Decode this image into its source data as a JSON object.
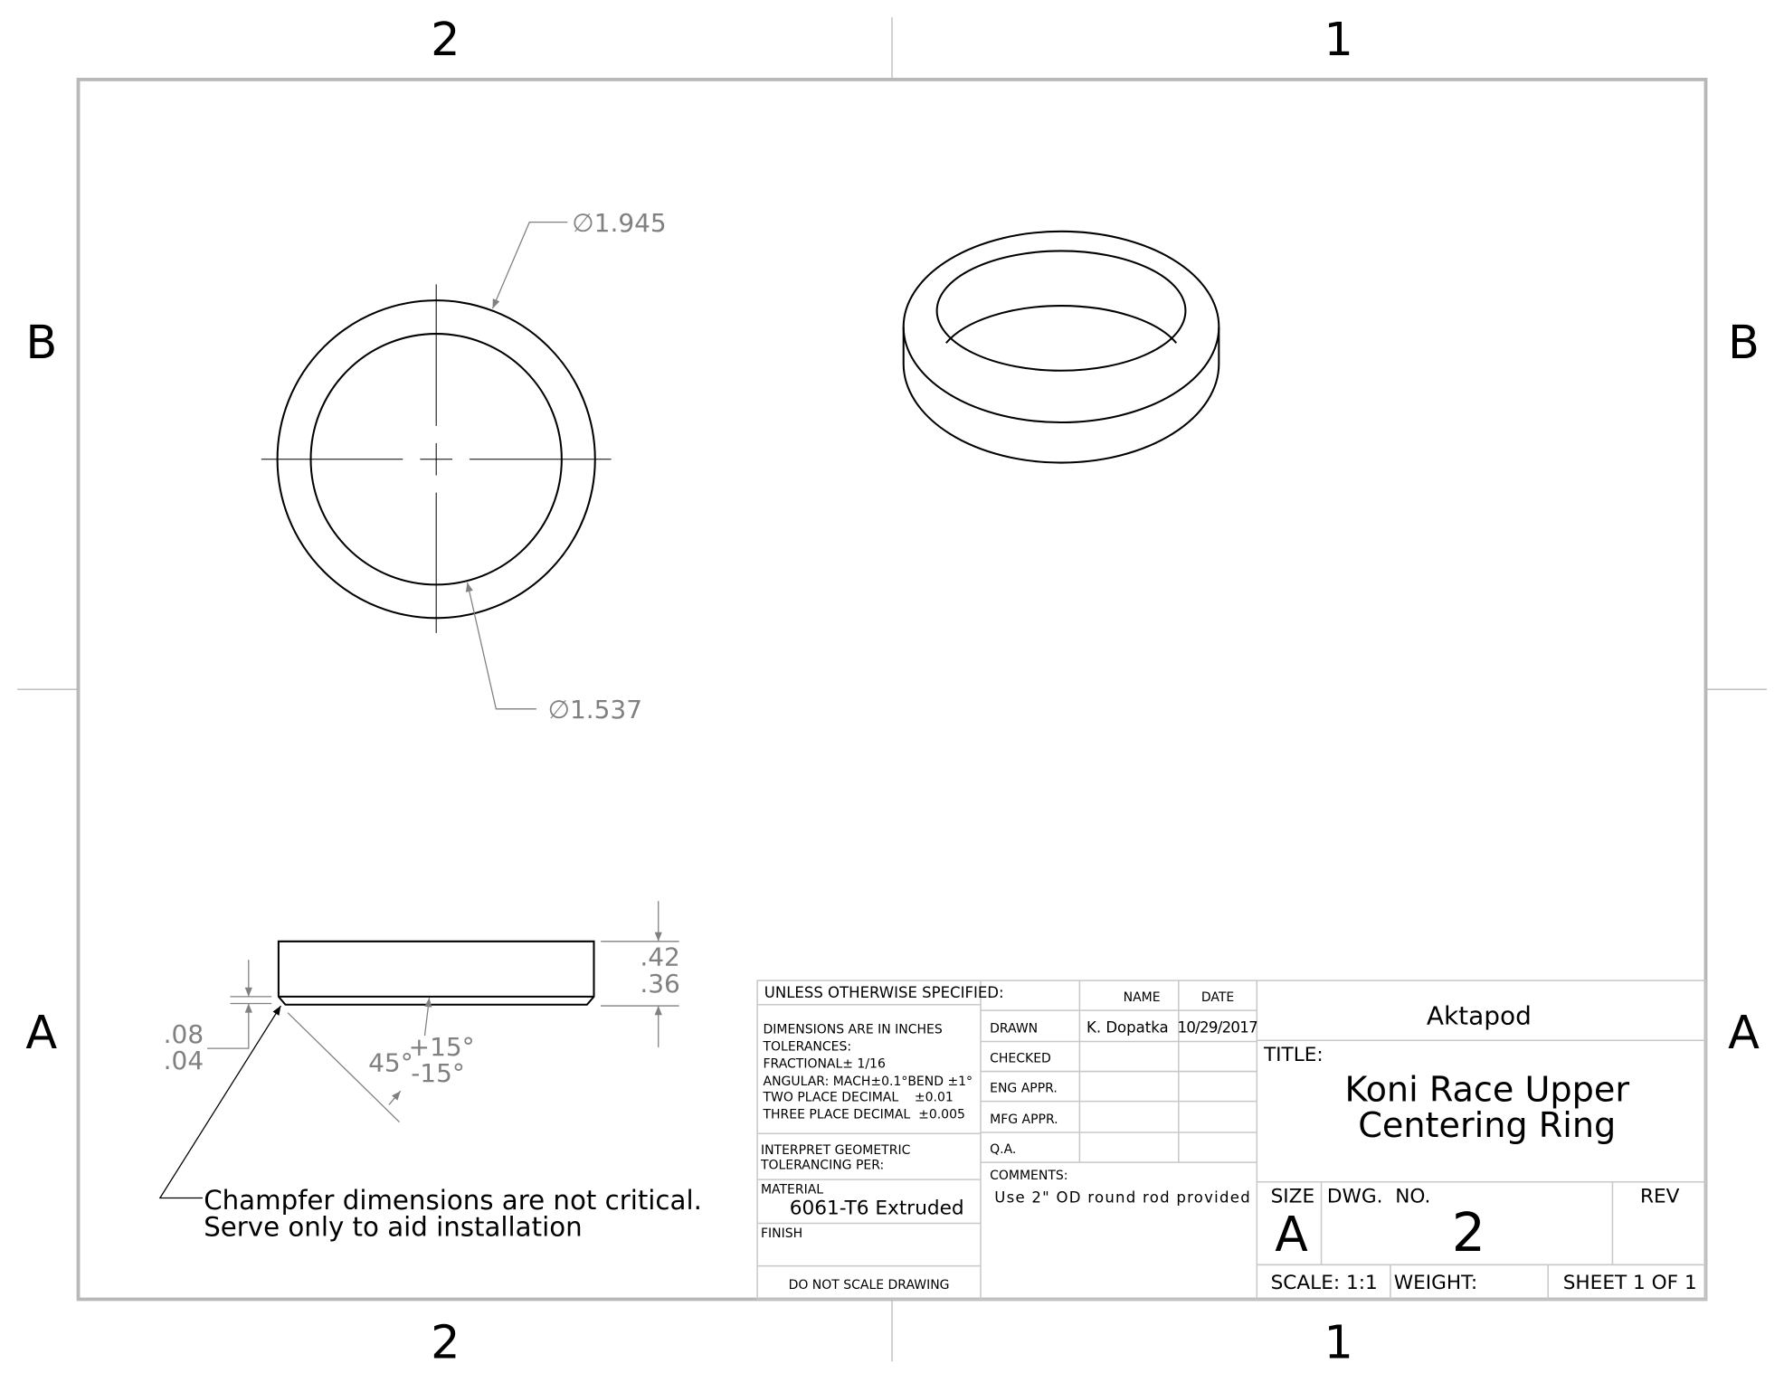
{
  "zones": {
    "columns": [
      "2",
      "1"
    ],
    "rows": [
      "B",
      "A"
    ]
  },
  "dimensions": {
    "outer_diameter": "∅1.945",
    "inner_diameter": "∅1.537",
    "height_max": ".42",
    "height_min": ".36",
    "chamfer_max": ".08",
    "chamfer_min": ".04",
    "chamfer_angle": "45°",
    "angle_tol_plus": "+15°",
    "angle_tol_minus": "-15°"
  },
  "note": {
    "line1": "Champfer dimensions are not critical.",
    "line2": "Serve only to aid installation"
  },
  "title_block": {
    "unless": "UNLESS OTHERWISE SPECIFIED:",
    "tolerances": [
      "DIMENSIONS ARE IN INCHES",
      "TOLERANCES:",
      "FRACTIONAL± 1/16",
      "ANGULAR: MACH±0.1°BEND ±1°",
      "TWO PLACE DECIMAL    ±0.01",
      "THREE PLACE DECIMAL  ±0.005"
    ],
    "interpret": [
      "INTERPRET GEOMETRIC",
      "TOLERANCING PER:"
    ],
    "material_label": "MATERIAL",
    "material": "6061-T6 Extruded",
    "finish_label": "FINISH",
    "do_not_scale": "DO NOT SCALE DRAWING",
    "name_header": "NAME",
    "date_header": "DATE",
    "rows": [
      {
        "label": "DRAWN",
        "name": "K. Dopatka",
        "date": "10/29/2017"
      },
      {
        "label": "CHECKED",
        "name": "",
        "date": ""
      },
      {
        "label": "ENG APPR.",
        "name": "",
        "date": ""
      },
      {
        "label": "MFG APPR.",
        "name": "",
        "date": ""
      },
      {
        "label": "Q.A.",
        "name": "",
        "date": ""
      }
    ],
    "comments_label": "COMMENTS:",
    "comments": "Use 2\" OD round rod provided",
    "company": "Aktapod",
    "title_label": "TITLE:",
    "title_line1": "Koni Race Upper",
    "title_line2": "Centering Ring",
    "size_label": "SIZE",
    "size": "A",
    "dwg_no_label": "DWG.  NO.",
    "dwg_no": "2",
    "rev_label": "REV",
    "scale": "SCALE: 1:1",
    "weight": "WEIGHT:",
    "sheet": "SHEET 1 OF 1"
  }
}
